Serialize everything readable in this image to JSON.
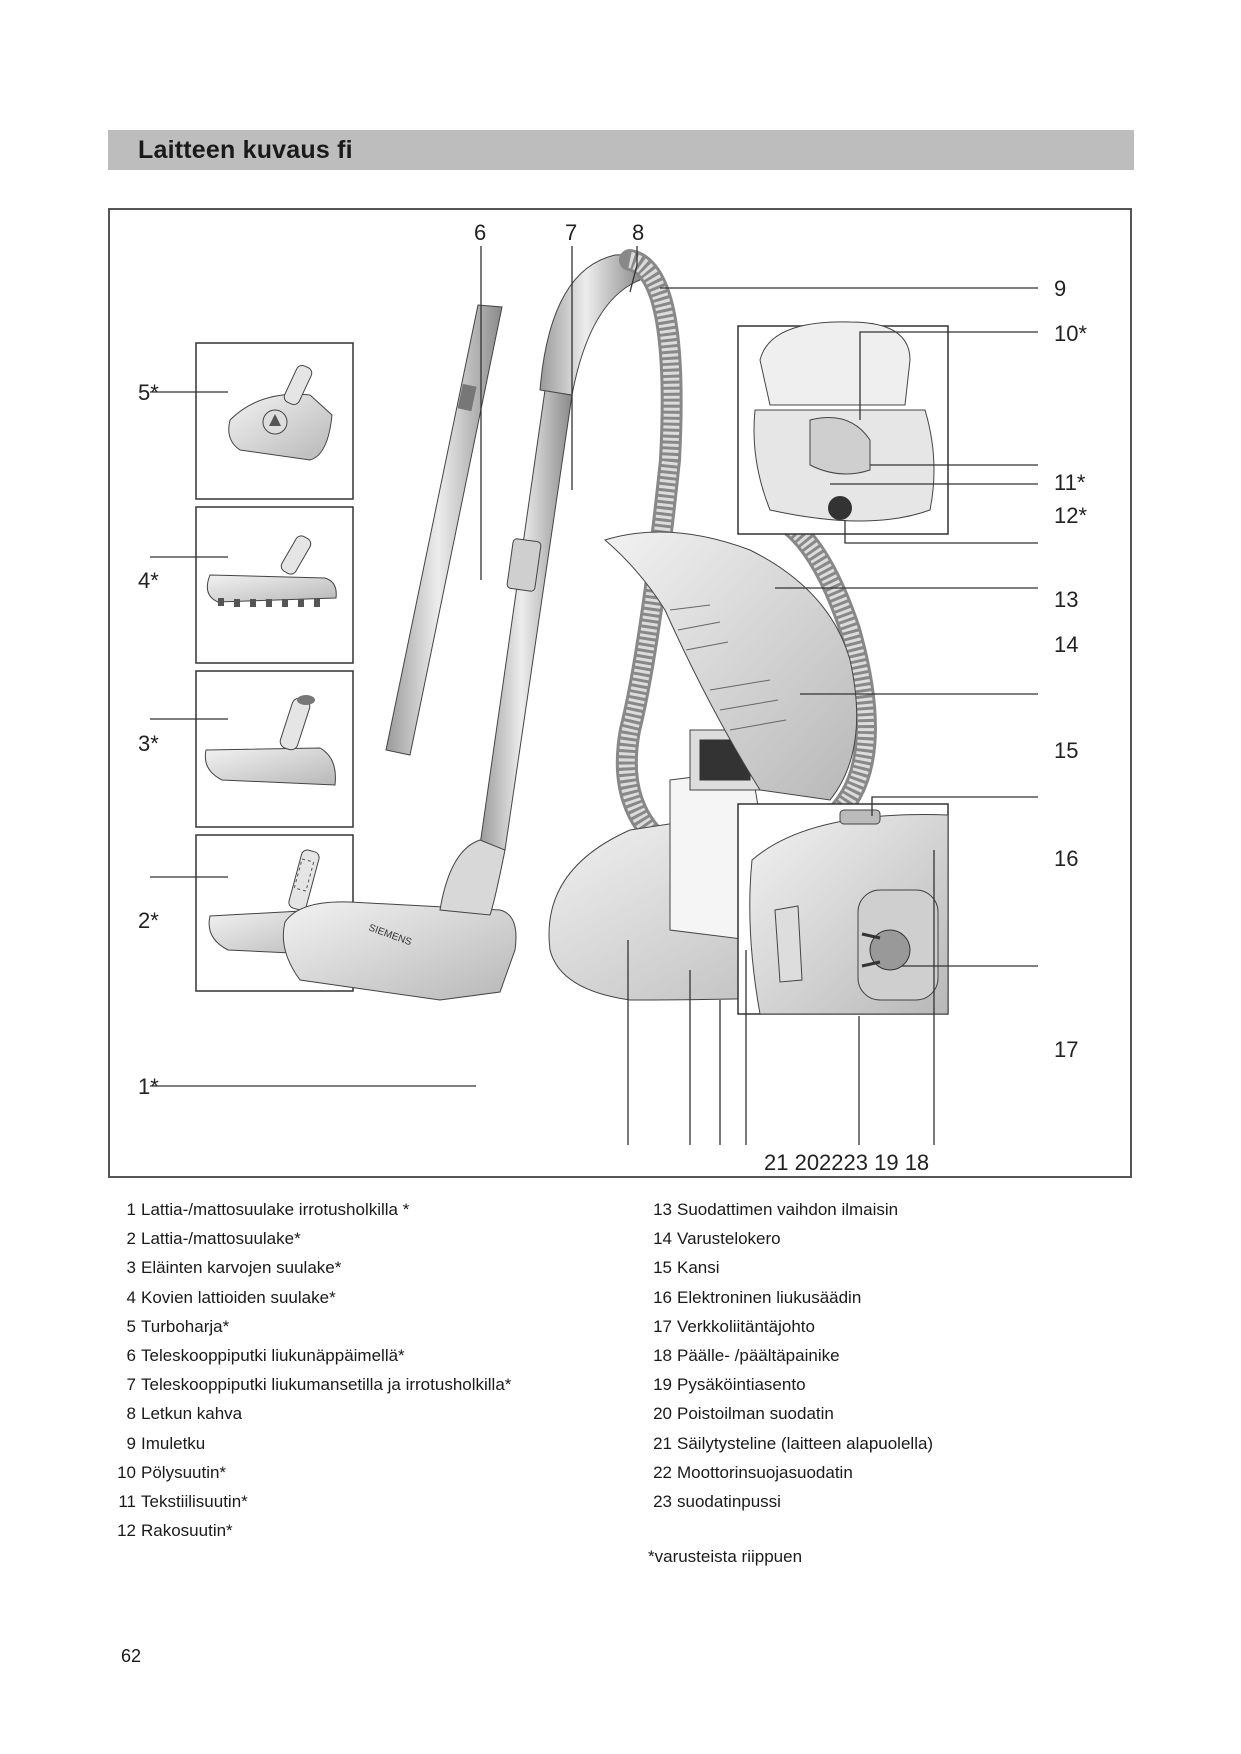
{
  "header": {
    "title": "Laitteen kuvaus fi"
  },
  "figure": {
    "callouts": {
      "c1": "1*",
      "c2": "2*",
      "c3": "3*",
      "c4": "4*",
      "c5": "5*",
      "c6": "6",
      "c7": "7",
      "c8": "8",
      "c9": "9",
      "c10": "10*",
      "c11": "11*",
      "c12": "12*",
      "c13": "13",
      "c14": "14",
      "c15": "15",
      "c16": "16",
      "c17": "17",
      "bottom_row": "21 202223 19 18"
    },
    "brand_logo": "SIEMENS"
  },
  "legend_left": [
    {
      "num": "1",
      "text": "Lattia-/mattosuulake irrotusholkilla  *"
    },
    {
      "num": "2",
      "text": "Lattia-/mattosuulake*"
    },
    {
      "num": "3",
      "text": "Eläinten karvojen suulake*"
    },
    {
      "num": "4",
      "text": "Kovien lattioiden suulake*"
    },
    {
      "num": "5",
      "text": "Turboharja*"
    },
    {
      "num": "6",
      "text": "Teleskooppiputki liukunäppäimellä*"
    },
    {
      "num": "7",
      "text": "Teleskooppiputki liukumansetilla ja irrotusholkilla*"
    },
    {
      "num": "8",
      "text": "Letkun kahva"
    },
    {
      "num": "9",
      "text": "Imuletku"
    },
    {
      "num": "10",
      "text": "Pölysuutin*"
    },
    {
      "num": "11",
      "text": "Tekstiilisuutin*"
    },
    {
      "num": "12",
      "text": "Rakosuutin*"
    }
  ],
  "legend_right": [
    {
      "num": "13",
      "text": "Suodattimen vaihdon ilmaisin"
    },
    {
      "num": "14",
      "text": "Varustelokero"
    },
    {
      "num": "15",
      "text": "Kansi"
    },
    {
      "num": "16",
      "text": "Elektroninen liukusäädin"
    },
    {
      "num": "17",
      "text": "Verkkoliitäntäjohto"
    },
    {
      "num": "18",
      "text": "Päälle- /päältäpainike"
    },
    {
      "num": "19",
      "text": "Pysäköintiasento"
    },
    {
      "num": "20",
      "text": "Poistoilman suodatin"
    },
    {
      "num": "21",
      "text": "Säilytysteline (laitteen alapuolella)"
    },
    {
      "num": "22",
      "text": "Moottorinsuojasuodatin"
    },
    {
      "num": "23",
      "text": "suodatinpussi"
    }
  ],
  "footnote": "*varusteista riippuen",
  "page_number": "62"
}
